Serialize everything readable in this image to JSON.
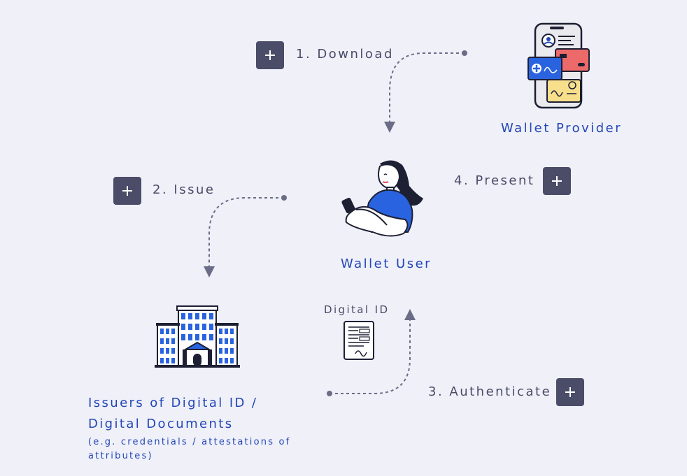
{
  "steps": {
    "download": "1. Download",
    "issue": "2. Issue",
    "authenticate": "3. Authenticate",
    "present": "4. Present"
  },
  "roles": {
    "wallet_provider": "Wallet Provider",
    "wallet_user": "Wallet User",
    "issuer_title_line1": "Issuers of Digital ID /",
    "issuer_title_line2": "Digital Documents",
    "issuer_sub_line1": "(e.g. credentials / attestations of",
    "issuer_sub_line2": "attributes)"
  },
  "document_label": "Digital ID",
  "colors": {
    "background": "#eff0f8",
    "button": "#4a4c68",
    "accent_blue": "#2346b5",
    "connector": "#6b6d87"
  }
}
